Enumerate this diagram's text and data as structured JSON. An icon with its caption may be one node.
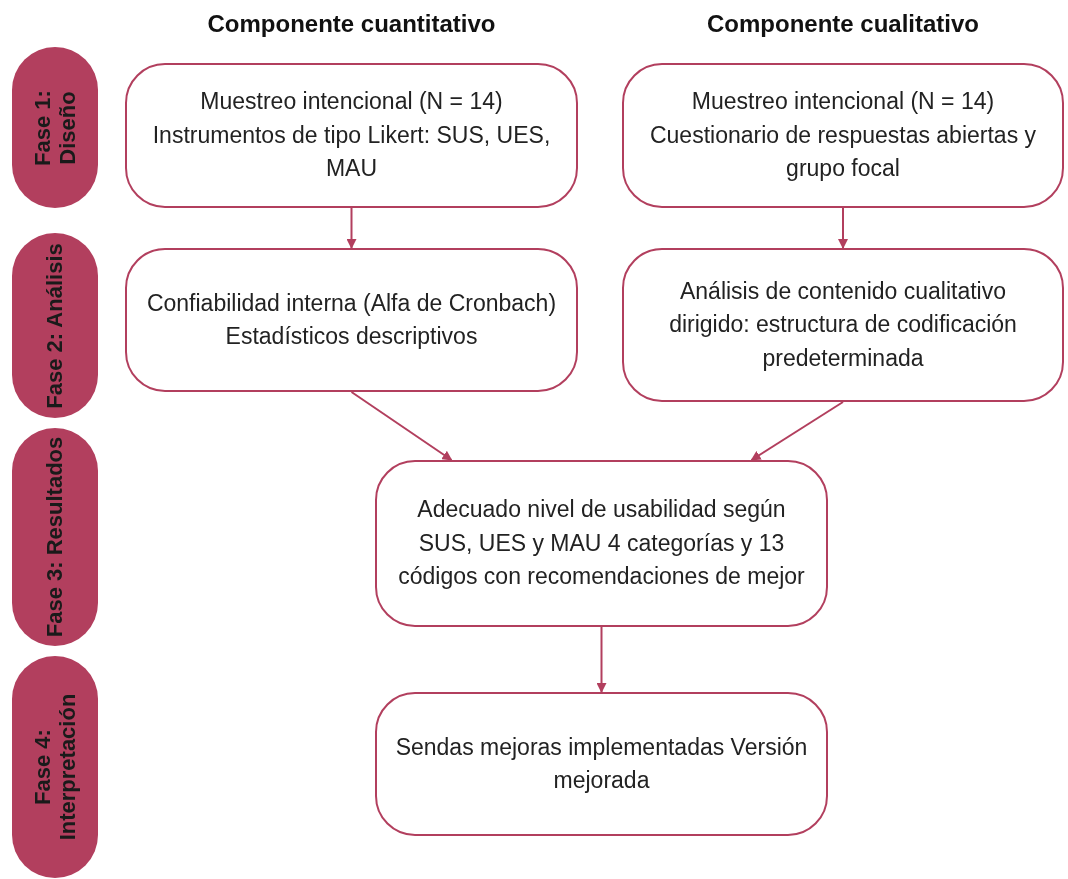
{
  "diagram": {
    "nodes": [
      {
        "text": [
          "Fase 1: Diseño"
        ]
      },
      {
        "text": [
          "Muestreo intencional (N = 14) Instrumentos de tipo Likert: SUS, UES, MAU"
        ]
      },
      {
        "text": [
          "Muestreo intencional (N = 14) Cuestionario de respuestas abiertas y grupo focal"
        ]
      },
      {
        "text": [
          "Fase 2: Análisis"
        ]
      },
      {
        "text": [
          "Confiabilidad interna (Alfa de Cronbach) Estadísticos descriptivos"
        ]
      },
      {
        "text": [
          "Análisis de contenido cualitativo dirigido: estructura de codificación predeterminada"
        ]
      },
      {
        "text": [
          "Fase 3: Resultados"
        ]
      },
      {
        "text": [
          "Adecuado nivel de usabilidad según SUS, UES y MAU 4 categorías y 13 códigos con recomendaciones de mejor"
        ]
      },
      {
        "text": [
          "Fase 4: Interpretación"
        ]
      },
      {
        "text": [
          "Sendas mejoras implementadas Versión mejorada"
        ]
      }
    ],
    "edges": [
      {
        "from": 1,
        "to": 4,
        "arrow": "to"
      },
      {
        "from": 2,
        "to": 5,
        "arrow": "to"
      },
      {
        "from": 4,
        "to": 7,
        "arrow": "to"
      },
      {
        "from": 5,
        "to": 7,
        "arrow": "to"
      },
      {
        "from": 7,
        "to": 9,
        "arrow": "to"
      }
    ],
    "labels": [
      "Componente cuantitativo",
      "Componente cualitativo"
    ]
  }
}
